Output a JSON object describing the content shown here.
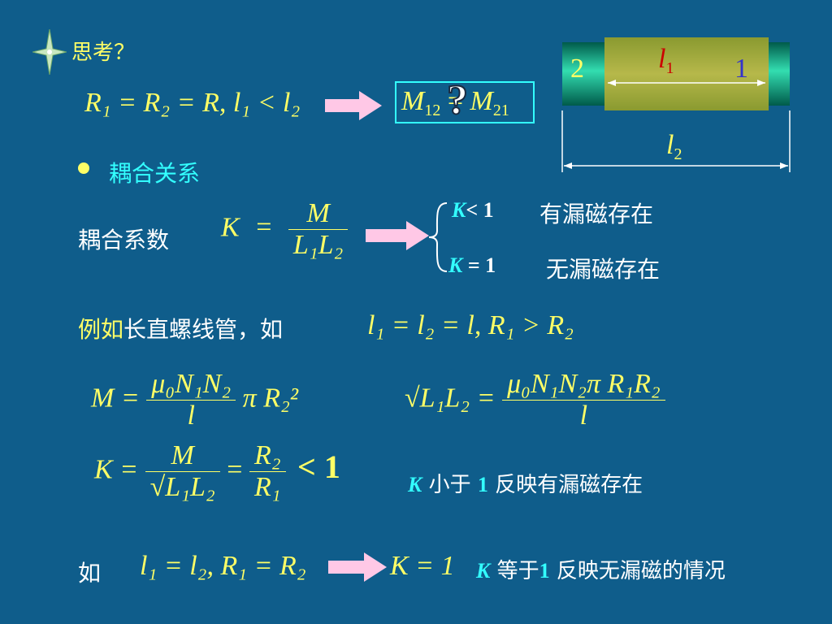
{
  "header": {
    "text": "思考？"
  },
  "q1": {
    "cond": "R₁ = R₂ = R, l₁ < l₂",
    "result_left": "M",
    "result_left_sub": "12",
    "result_mid": "=",
    "result_right": "M",
    "result_right_sub": "21",
    "qmark": "?"
  },
  "coil": {
    "label_outer": "2",
    "label_inner": "1",
    "l1": "l",
    "l1_sub": "1",
    "l2": "l",
    "l2_sub": "2"
  },
  "bullet": {
    "text": "耦合关系"
  },
  "coef": {
    "label": "耦合系数",
    "K": "K",
    "eq": "=",
    "num": "M",
    "den": "L₁L₂"
  },
  "cases": {
    "c1_k": "K",
    "c1_op": "< 1",
    "c1_text": "有漏磁存在",
    "c2_k": "K",
    "c2_op": "= 1",
    "c2_text": "无漏磁存在"
  },
  "example": {
    "lead": "例如",
    "rest": "长直螺线管，如",
    "cond": "l₁ = l₂ = l, R₁ > R₂"
  },
  "eq_M": {
    "lhs": "M =",
    "num": "μ₀N₁N₂",
    "den": "l",
    "tail": "π R₂²"
  },
  "eq_L": {
    "lhs": "√L₁L₂ =",
    "num": "μ₀N₁N₂π R₁R₂",
    "den": "l"
  },
  "eq_K": {
    "lhs": "K =",
    "num1": "M",
    "den1": "√L₁L₂",
    "eq2": "=",
    "num2": "R₂",
    "den2": "R₁",
    "lt": "< 1"
  },
  "note1": {
    "k": "K",
    "a": "小于",
    "one": "1",
    "b": "反映有漏磁存在"
  },
  "last": {
    "lead": "如",
    "cond": "l₁ = l₂, R₁ = R₂",
    "res": "K = 1",
    "k": "K",
    "a": "等于",
    "one": "1",
    "b": "反映无漏磁的情况"
  }
}
